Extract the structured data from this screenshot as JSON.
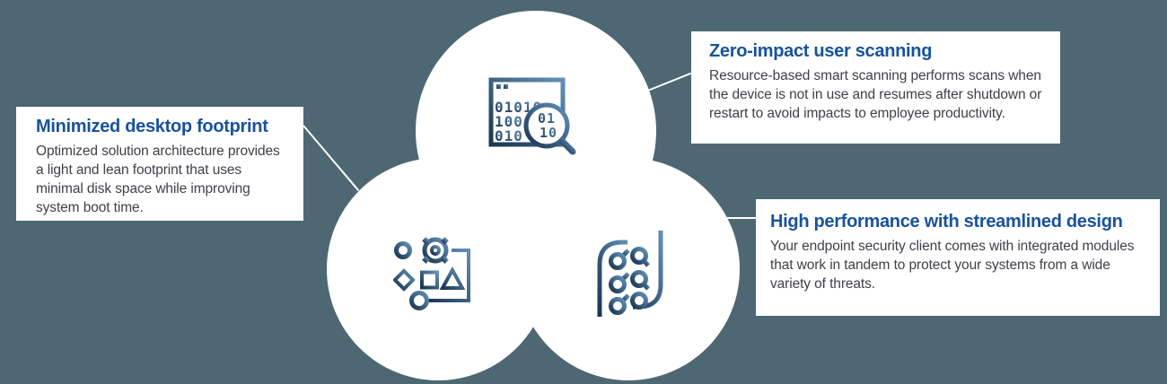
{
  "canvas": {
    "background_color": "#4d6873",
    "circle_color": "#ffffff",
    "connector_color": "#ffffff",
    "title_color": "#17529e",
    "body_color": "#3e4146",
    "icon_gradient": [
      "#1b3550",
      "#6190b8"
    ]
  },
  "callouts": [
    {
      "title": "Minimized desktop footprint",
      "body": "Optimized solution architecture provides a light and lean footprint that uses minimal disk space while improving system boot time."
    },
    {
      "title": "Zero-impact user scanning",
      "body": "Resource-based smart scanning performs scans when the device is not in use and resumes after shutdown or restart to avoid impacts to employee productivity."
    },
    {
      "title": "High performance with streamlined design",
      "body": "Your endpoint security client comes with integrated modules that work in tandem to protect your systems from a wide variety of threats."
    }
  ],
  "icons": {
    "scan": {
      "name": "binary-scan-magnifier-icon",
      "window_rows": [
        "01010",
        "100",
        "010"
      ],
      "lens_rows": [
        "01",
        "10"
      ]
    },
    "workflow": {
      "name": "process-workflow-gear-icon"
    },
    "circuit": {
      "name": "circuit-traces-icon"
    }
  }
}
